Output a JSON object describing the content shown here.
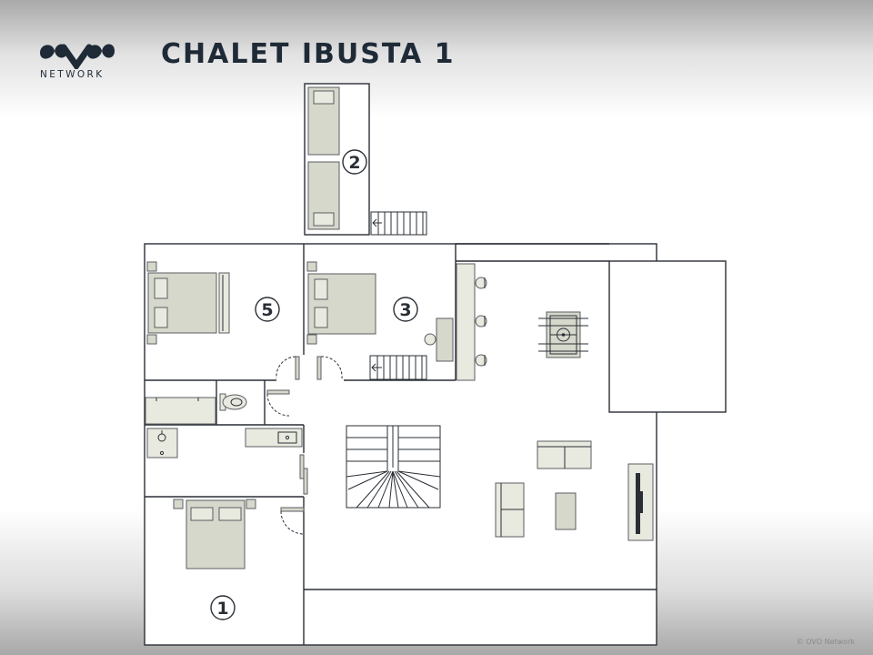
{
  "header": {
    "logo_text": "NETWORK",
    "title": "CHALET IBUSTA 1"
  },
  "rooms": [
    {
      "number": "1"
    },
    {
      "number": "2"
    },
    {
      "number": "3"
    },
    {
      "number": "5"
    }
  ],
  "footer": {
    "copyright": "© OVO Network"
  },
  "colors": {
    "wall": "#2a2f36",
    "furniture": "#d7d8cc",
    "title": "#1f2a37"
  }
}
